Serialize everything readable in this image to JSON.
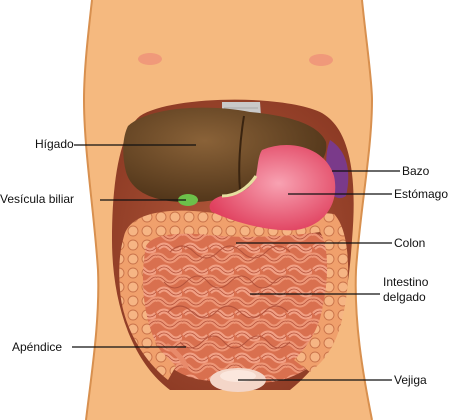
{
  "labels": {
    "liver": "Hígado",
    "gallbladder": "Vesícula biliar",
    "spleen": "Bazo",
    "stomach": "Estómago",
    "colon": "Colon",
    "small_intestine_line1": "Intestino",
    "small_intestine_line2": "delgado",
    "appendix": "Apéndice",
    "bladder": "Vejiga"
  },
  "colors": {
    "skin": "#F5B97F",
    "skin_shadow": "#E29A5E",
    "cavity": "#C8694A",
    "liver": "#6B4A2A",
    "stomach": "#F0607A",
    "spleen": "#7A3A8A",
    "gallbladder": "#6CC04A",
    "intestine": "#E8866A",
    "colon": "#F2A06A",
    "bladder": "#F4D6C8",
    "diaphragm": "#C9C9C9",
    "leader_line": "#111111"
  },
  "icons": {
    "torso": "torso-outline",
    "nipple_left": "nipple-mark",
    "nipple_right": "nipple-mark"
  }
}
